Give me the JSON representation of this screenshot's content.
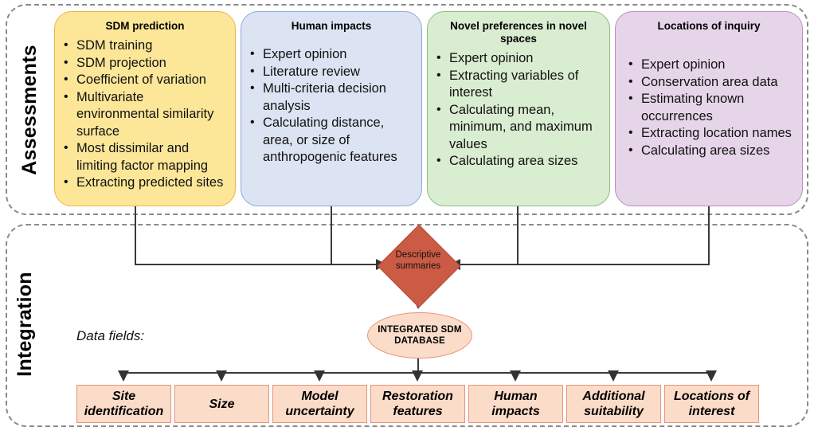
{
  "sections": {
    "assessments": {
      "label": "Assessments",
      "cards": [
        {
          "id": "sdm-prediction",
          "title": "SDM prediction",
          "color": "#FCE698",
          "items": [
            "SDM training",
            "SDM projection",
            "Coefficient of variation",
            "Multivariate environmental similarity surface",
            "Most dissimilar and limiting factor mapping",
            "Extracting predicted sites"
          ]
        },
        {
          "id": "human-impacts",
          "title": "Human impacts",
          "color": "#DCE3F2",
          "items": [
            "Expert opinion",
            "Literature review",
            "Multi-criteria decision analysis",
            "Calculating distance, area, or size of anthropogenic features"
          ]
        },
        {
          "id": "novel-preferences",
          "title": "Novel preferences in novel spaces",
          "color": "#D9EDD0",
          "items": [
            "Expert opinion",
            "Extracting variables of interest",
            "Calculating mean, minimum, and maximum values",
            "Calculating area sizes"
          ]
        },
        {
          "id": "locations-of-inquiry",
          "title": "Locations of inquiry",
          "color": "#E6D5E8",
          "items": [
            "Expert opinion",
            "Conservation area data",
            "Estimating known occurrences",
            "Extracting location names",
            "Calculating area sizes"
          ]
        }
      ]
    },
    "integration": {
      "label": "Integration",
      "diamond": {
        "line1": "Descriptive",
        "line2": "summaries",
        "color": "#CB5B44"
      },
      "database": {
        "line1": "INTEGRATED SDM",
        "line2": "DATABASE",
        "color": "#FBDCC8"
      },
      "data_fields_label": "Data fields:",
      "fields": [
        {
          "line1": "Site",
          "line2": "identification"
        },
        {
          "line1": "Size",
          "line2": ""
        },
        {
          "line1": "Model",
          "line2": "uncertainty"
        },
        {
          "line1": "Restoration",
          "line2": "features"
        },
        {
          "line1": "Human",
          "line2": "impacts"
        },
        {
          "line1": "Additional",
          "line2": "suitability"
        },
        {
          "line1": "Locations of",
          "line2": "interest"
        }
      ]
    }
  }
}
